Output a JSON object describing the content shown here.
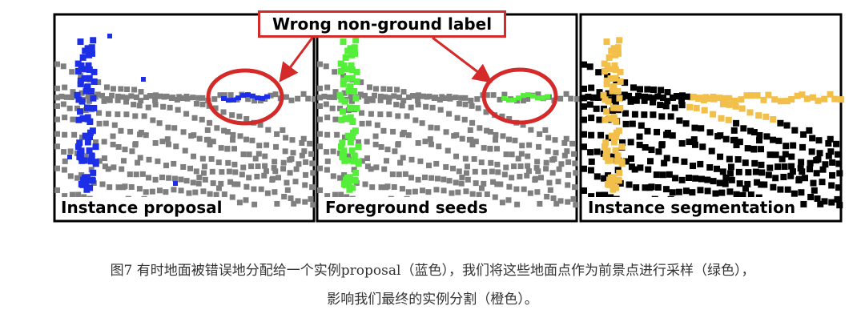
{
  "figure": {
    "callout_text": "Wrong non-ground label",
    "panels": [
      {
        "label": "Instance proposal",
        "highlight_color": "#1c2fe6"
      },
      {
        "label": "Foreground seeds",
        "highlight_color": "#55ee3a"
      },
      {
        "label": "Instance segmentation",
        "highlight_color": "#f2c04a"
      }
    ],
    "colors": {
      "ground_points": "#7f7f7f",
      "background_points": "#000000",
      "annotation_red": "#d42a2a",
      "frame": "#000000"
    }
  },
  "caption": {
    "line1": "图7 有时地面被错误地分配给一个实例proposal（蓝色），我们将这些地面点作为前景点进行采样（绿色），",
    "line2": "影响我们最终的实例分割（橙色）。"
  }
}
